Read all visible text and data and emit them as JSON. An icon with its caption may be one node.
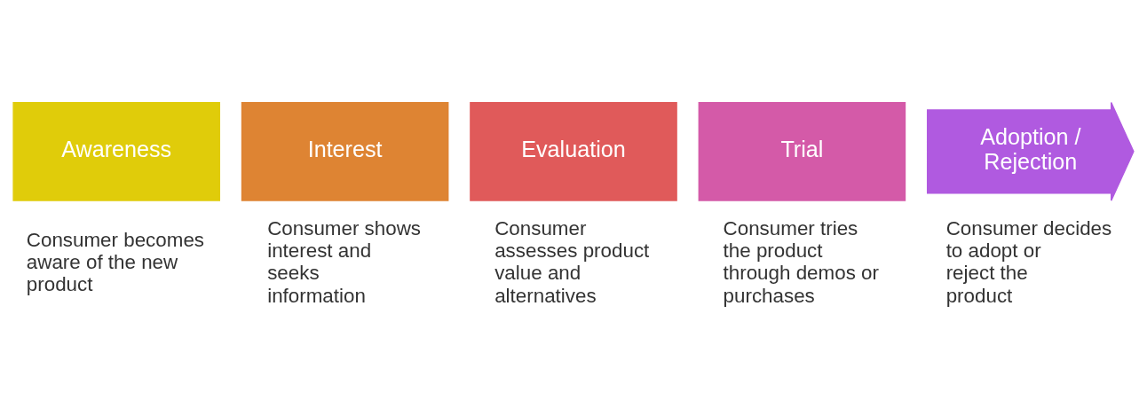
{
  "diagram": {
    "nodes": [
      {
        "text": [
          "Awareness"
        ],
        "beside": [
          "Consumer becomes aware of the new product"
        ]
      },
      {
        "text": [
          "Interest"
        ],
        "beside": [
          "Consumer shows interest and seeks information"
        ]
      },
      {
        "text": [
          "Evaluation"
        ],
        "beside": [
          "Consumer assesses product value and alternatives"
        ]
      },
      {
        "text": [
          "Trial"
        ],
        "beside": [
          "Consumer tries the product through demos or purchases"
        ]
      },
      {
        "text": [
          "Adoption / Rejection"
        ],
        "beside": [
          "Consumer decides to adopt or reject the product"
        ]
      }
    ]
  }
}
